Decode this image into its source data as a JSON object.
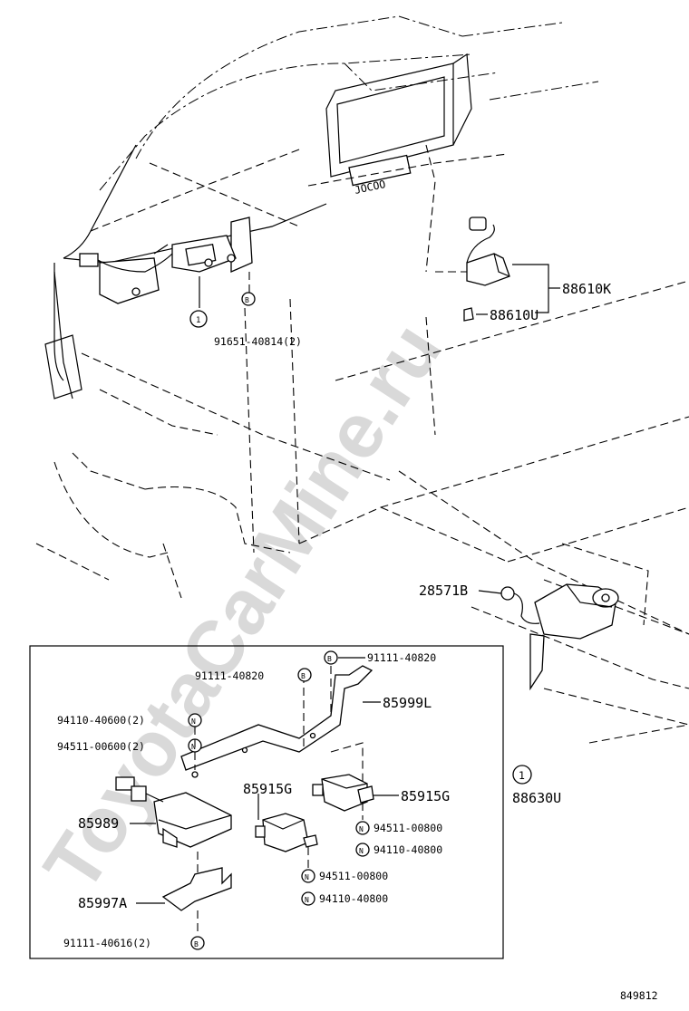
{
  "diagram": {
    "watermark": "ToyotaCarMine.ru",
    "figure_id": "849812",
    "labels": {
      "p88610K": "88610K",
      "p88610U": "88610U",
      "p91651": "91651-40814(2)",
      "p28571B": "28571B",
      "p91111_40820_top": "91111-40820",
      "p91111_40820_left": "91111-40820",
      "p85999L": "85999L",
      "p94110_40600": "94110-40600(2)",
      "p94511_00600": "94511-00600(2)",
      "p85915G_left": "85915G",
      "p85915G_right": "85915G",
      "p88630U": "88630U",
      "p85989": "85989",
      "p94511_00800_r": "94511-00800",
      "p94110_40800_r": "94110-40800",
      "p94511_00800_c": "94511-00800",
      "p94110_40800_c": "94110-40800",
      "p85997A": "85997A",
      "p91111_40616": "91111-40616(2)"
    },
    "callouts": {
      "ref_number": "1",
      "mark_B": "B",
      "mark_N": "N"
    }
  }
}
